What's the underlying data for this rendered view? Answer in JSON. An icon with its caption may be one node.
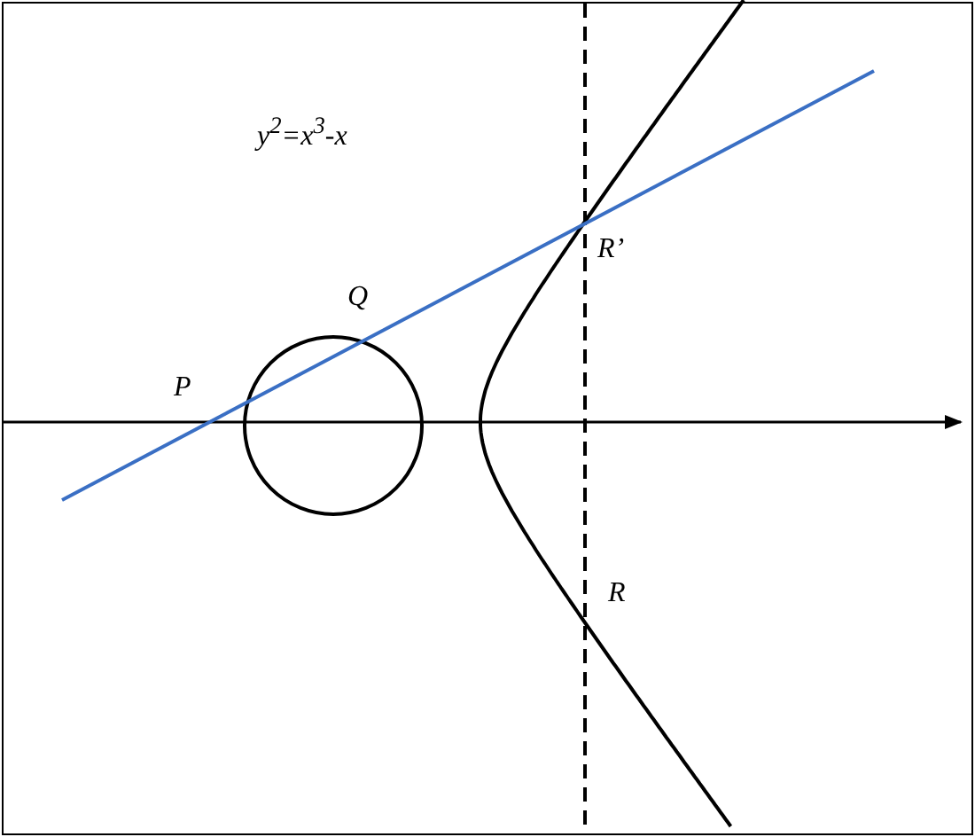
{
  "diagram": {
    "labels": [
      "y$^{2}$=x$^{3}$-x",
      "R’",
      "Q",
      "P",
      "R"
    ]
  }
}
